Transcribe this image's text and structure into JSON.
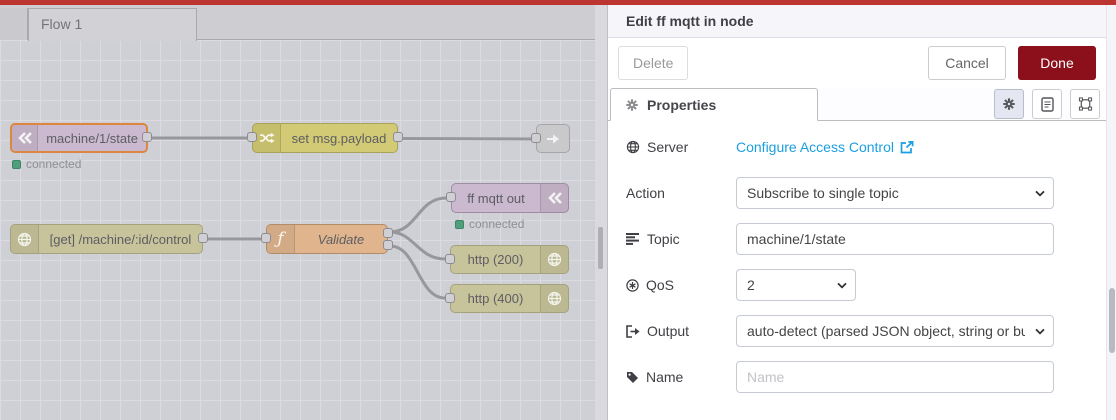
{
  "chrome": {
    "top_bar_color": "#bd3530",
    "workspace_tab": "Flow 1"
  },
  "flow": {
    "selected_border": "#dd8640",
    "status_color": "#4f9e7c",
    "nodes": [
      {
        "type": "mqtt in",
        "label": "machine/1/state",
        "color": "#cbb9cf",
        "border": "#9d8ca3",
        "status": "connected"
      },
      {
        "type": "change",
        "label": "set msg.payload",
        "color": "#d2ca74",
        "border": "#a9a35a"
      },
      {
        "type": "link out",
        "label": "",
        "color": "#c9c9cc",
        "border": "#a6a6aa"
      },
      {
        "type": "http in",
        "label": "[get] /machine/:id/control",
        "color": "#c7c49c",
        "border": "#a4a27d"
      },
      {
        "type": "function",
        "label": "Validate",
        "color": "#e0b58e",
        "border": "#b28c66"
      },
      {
        "type": "mqtt out",
        "label": "ff mqtt out",
        "color": "#cbb9cf",
        "border": "#9d8ca3",
        "status": "connected"
      },
      {
        "type": "http response",
        "label": "http (200)",
        "color": "#c7c49c",
        "border": "#a4a27d"
      },
      {
        "type": "http response",
        "label": "http (400)",
        "color": "#c7c49c",
        "border": "#a4a27d"
      }
    ]
  },
  "tray": {
    "title": "Edit ff mqtt in node",
    "delete_label": "Delete",
    "cancel_label": "Cancel",
    "done_label": "Done",
    "properties_tab": "Properties",
    "done_bg": "#8c101c",
    "link_color": "#1b9fe0",
    "form": {
      "server_label": "Server",
      "server_link": "Configure Access Control",
      "action_label": "Action",
      "action_value": "Subscribe to single topic",
      "topic_label": "Topic",
      "topic_value": "machine/1/state",
      "qos_label": "QoS",
      "qos_value": "2",
      "output_label": "Output",
      "output_value": "auto-detect (parsed JSON object, string or buffer)",
      "name_label": "Name",
      "name_placeholder": "Name"
    }
  }
}
